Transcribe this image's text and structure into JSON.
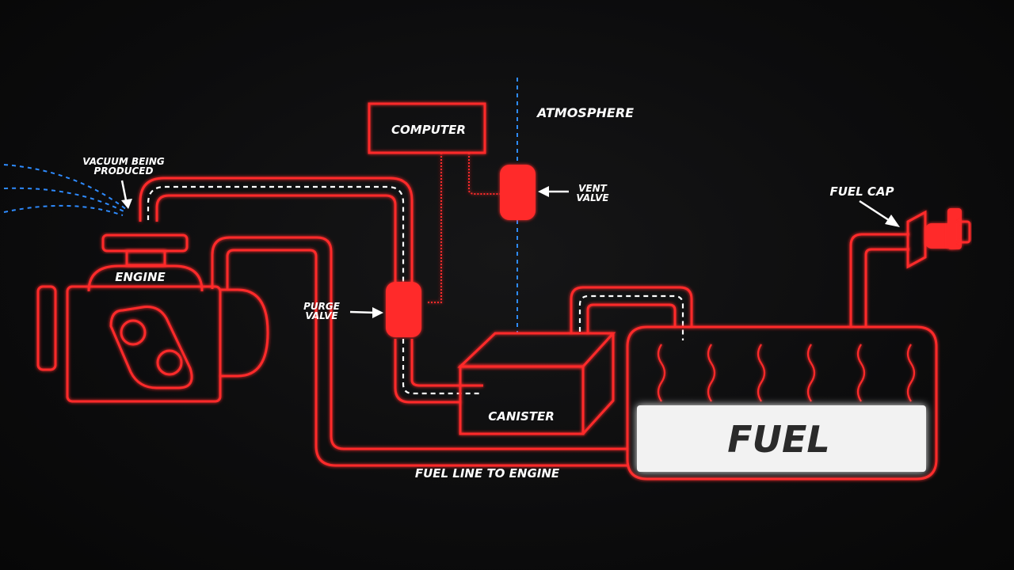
{
  "labels": {
    "vacuum_line1": "VACUUM BEING",
    "vacuum_line2": "PRODUCED",
    "computer": "COMPUTER",
    "atmosphere": "ATMOSPHERE",
    "vent_line1": "VENT",
    "vent_line2": "VALVE",
    "fuel_cap": "FUEL CAP",
    "engine": "ENGINE",
    "purge_line1": "PURGE",
    "purge_line2": "VALVE",
    "canister": "CANISTER",
    "fuel": "FUEL",
    "fuel_line": "FUEL LINE TO ENGINE"
  },
  "colors": {
    "line_red": "#ff2b2b",
    "vacuum_blue": "#2e8bff",
    "label_white": "#ffffff",
    "background": "#0b0b0c"
  }
}
